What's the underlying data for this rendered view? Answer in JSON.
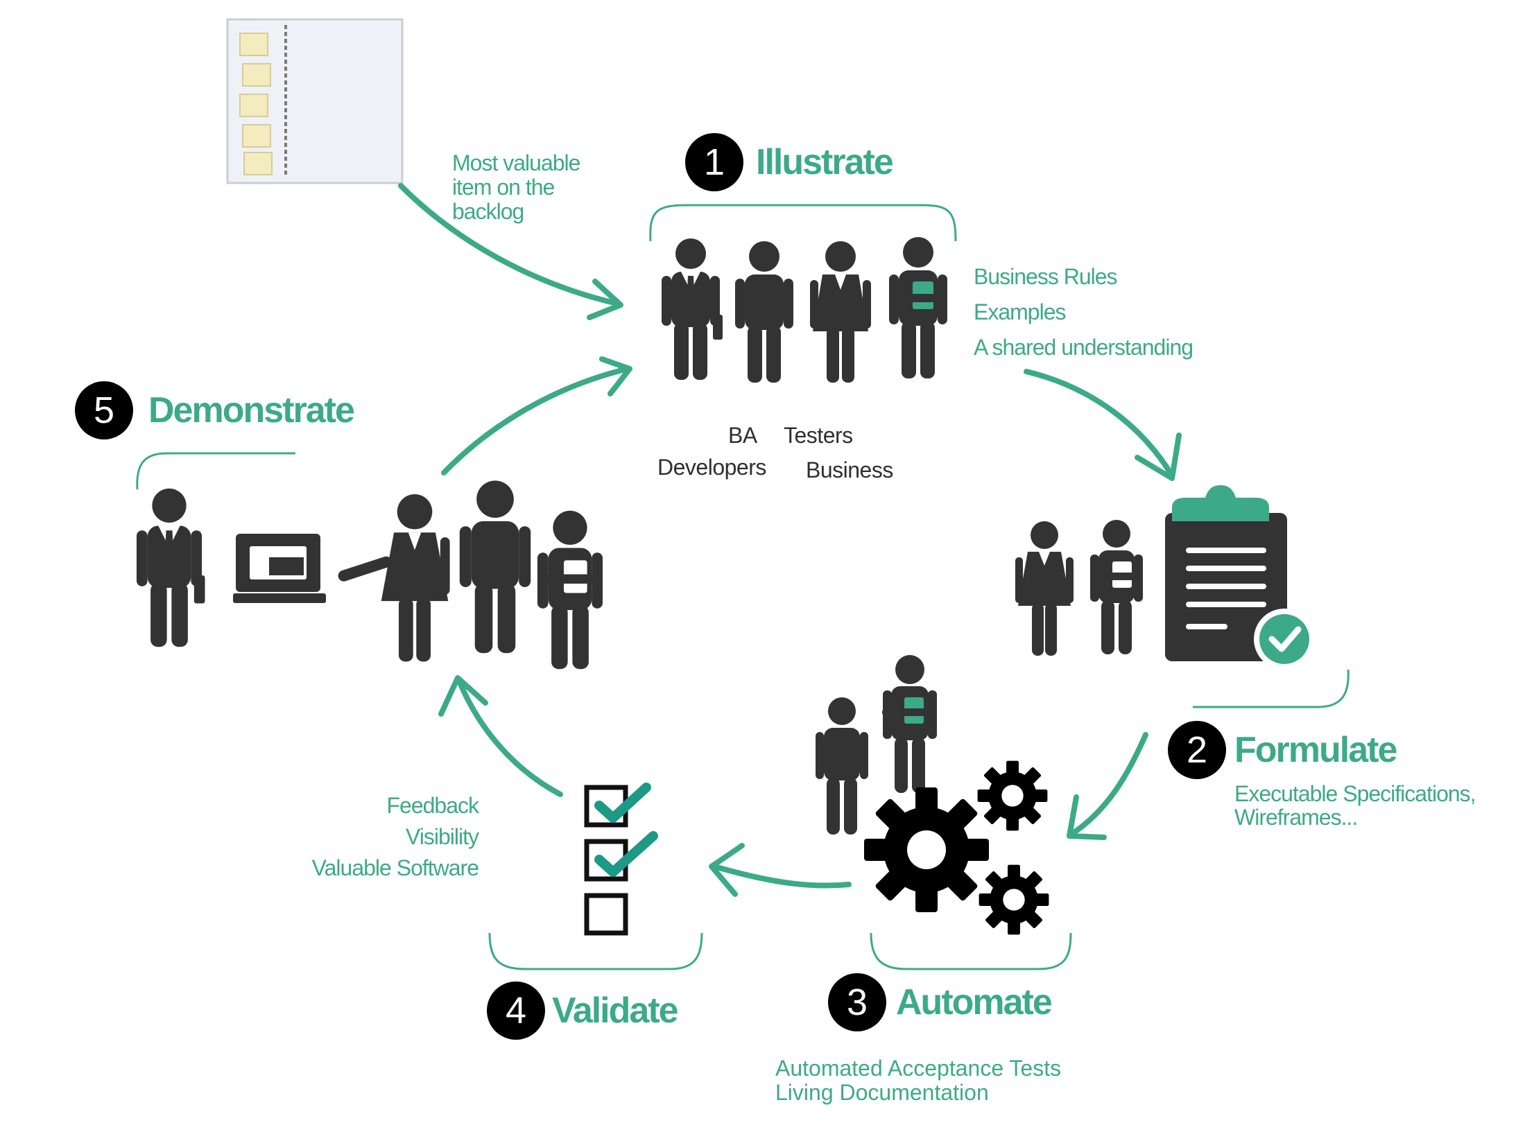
{
  "colors": {
    "accent": "#3caa87",
    "figure": "#333333",
    "badge": "#000000",
    "label": "#2f2f2f"
  },
  "backlog": {
    "note": [
      "Most valuable",
      "item on the",
      "backlog"
    ]
  },
  "steps": [
    {
      "number": "1",
      "title": "Illustrate",
      "notes": [
        "Business Rules",
        "Examples",
        "A shared understanding"
      ]
    },
    {
      "number": "2",
      "title": "Formulate",
      "notes": [
        "Executable Specifications,",
        "Wireframes..."
      ]
    },
    {
      "number": "3",
      "title": "Automate",
      "notes": [
        "Automated Acceptance Tests",
        "Living Documentation"
      ]
    },
    {
      "number": "4",
      "title": "Validate",
      "notes": [
        "Feedback",
        "Visibility",
        "Valuable Software"
      ]
    },
    {
      "number": "5",
      "title": "Demonstrate",
      "notes": []
    }
  ],
  "roles": [
    "BA",
    "Testers",
    "Developers",
    "Business"
  ],
  "icons": [
    "backlog-board-icon",
    "person-icon",
    "clipboard-icon",
    "check-badge-icon",
    "gear-icon",
    "checklist-icon",
    "laptop-icon",
    "cycle-arrow-icon"
  ]
}
